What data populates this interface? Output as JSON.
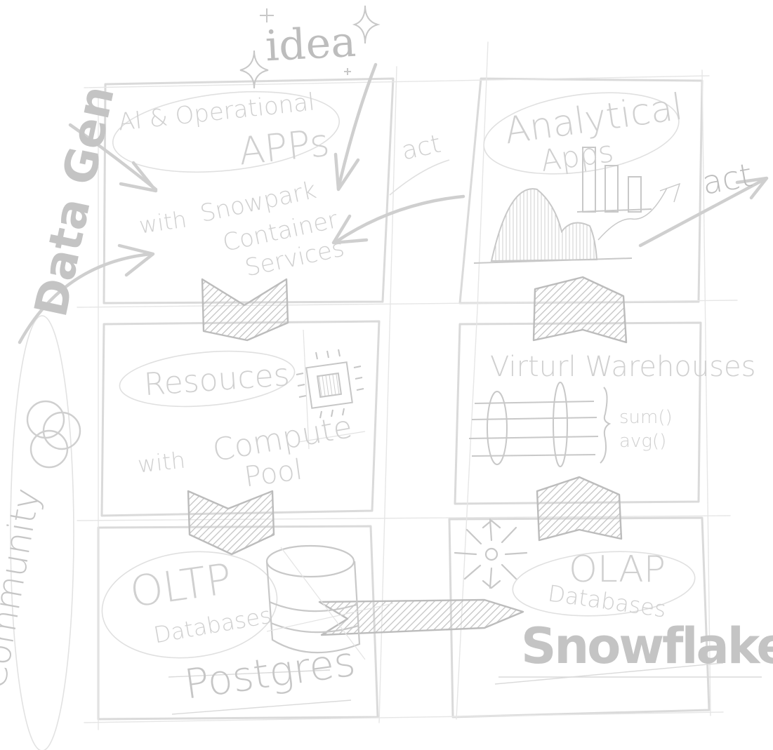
{
  "labels": {
    "idea": "idea",
    "data_gen": "Data Gen",
    "community": "Community",
    "act_left": "act",
    "act_right": "act",
    "ai_apps_line1": "AI & Operational",
    "ai_apps_line2": "APPs",
    "with_snowpark": "with",
    "snowpark_line1": "Snowpark",
    "snowpark_line2": "Container",
    "snowpark_line3": "Services",
    "analytical_line1": "Analytical",
    "analytical_line2": "Apps",
    "resources": "Resouces",
    "with_compute": "with",
    "compute_line1": "Compute",
    "compute_line2": "Pool",
    "virtual_warehouses": "Virturl Warehouses",
    "sum_fn": "sum()",
    "avg_fn": "avg()",
    "oltp_line1": "OLTP",
    "oltp_line2": "Databases",
    "postgres": "Postgres",
    "olap_line1": "OLAP",
    "olap_line2": "Databases",
    "snowflake": "Snowflake"
  },
  "colors": {
    "stroke": "#d8d8d8",
    "hatch": "#c8c8c8",
    "text": "#cfcfcf",
    "background": "#ffffff"
  }
}
